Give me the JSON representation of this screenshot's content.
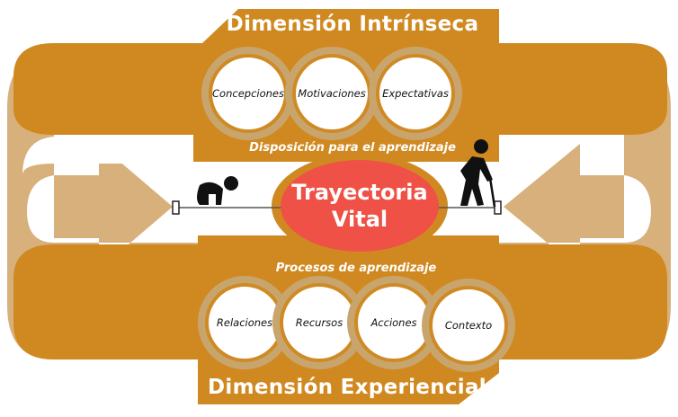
{
  "colors": {
    "orange": "#D08921",
    "tan": "#D7B07C",
    "ring": "#C9A56E",
    "red": "#EF5146"
  },
  "top": {
    "title": "Dimensión Intrínseca",
    "subtitle": "Disposición para el aprendizaje",
    "items": [
      "Concepciones",
      "Motivaciones",
      "Expectativas"
    ]
  },
  "center": {
    "line1": "Trayectoria",
    "line2": "Vital"
  },
  "bottom": {
    "title": "Dimensión Experiencial",
    "subtitle": "Procesos de aprendizaje",
    "items": [
      "Relaciones",
      "Recursos",
      "Acciones",
      "Contexto"
    ]
  }
}
